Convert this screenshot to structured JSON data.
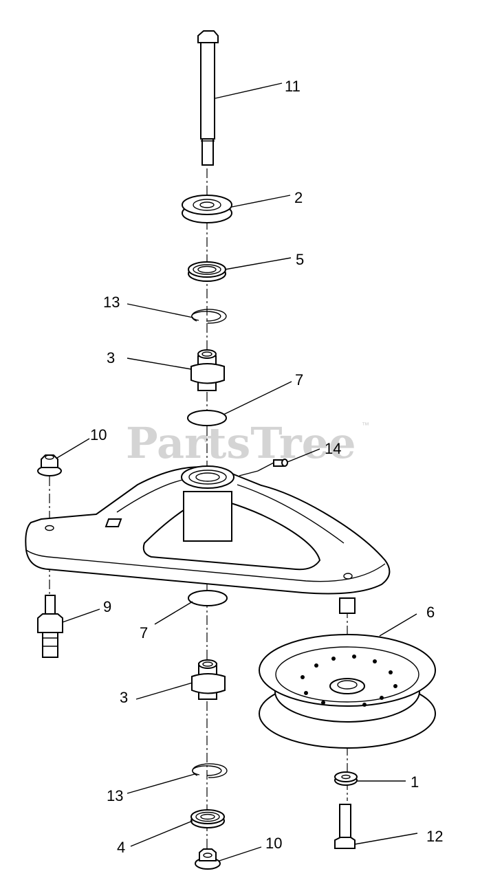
{
  "watermark": {
    "text": "PartsTree",
    "trademark": "™"
  },
  "callouts": {
    "c11": "11",
    "c2": "2",
    "c5": "5",
    "c13_top": "13",
    "c3_top": "3",
    "c7_top": "7",
    "c10_top": "10",
    "c14": "14",
    "c9": "9",
    "c6": "6",
    "c7_bottom": "7",
    "c3_bottom": "3",
    "c1": "1",
    "c13_bottom": "13",
    "c12": "12",
    "c4": "4",
    "c10_bottom": "10"
  }
}
